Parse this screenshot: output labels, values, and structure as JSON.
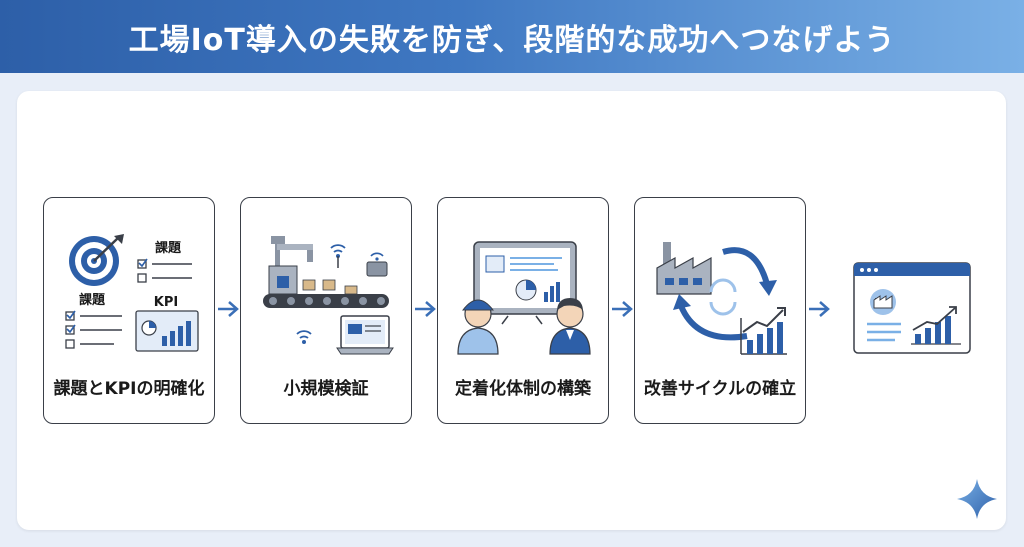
{
  "header": {
    "title": "工場IoT導入の失敗を防ぎ、段階的な成功へつなげよう"
  },
  "steps": [
    {
      "label": "課題とKPIの明確化",
      "icon_texts": {
        "kadai_a": "課題",
        "kadai_b": "課題",
        "kpi": "KPI"
      }
    },
    {
      "label": "小規模検証"
    },
    {
      "label": "定着化体制の構築"
    },
    {
      "label": "改善サイクルの確立"
    }
  ],
  "colors": {
    "accent": "#2d5fa8",
    "accent_light": "#7ab0e6",
    "arrow": "#3a6fb7",
    "border": "#3a3f48"
  },
  "icons": [
    "target-icon",
    "checklist-icon",
    "kpi-chart-icon",
    "factory-robot-icon",
    "wifi-icon",
    "laptop-icon",
    "tablet-dashboard-icon",
    "workers-icon",
    "factory-icon",
    "cycle-arrows-icon",
    "growth-chart-icon",
    "browser-dashboard-icon",
    "sparkle-icon"
  ]
}
